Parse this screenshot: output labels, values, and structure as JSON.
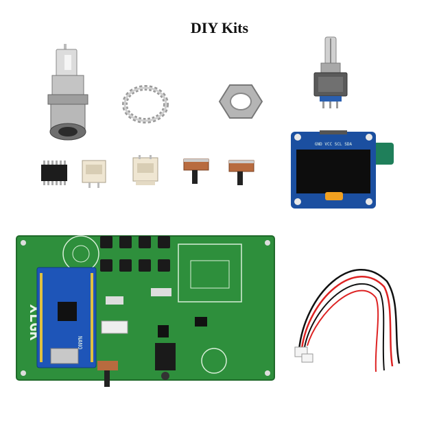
{
  "title": "DIY Kits",
  "silkscreen": {
    "brand": "XLGK",
    "module": "NANO",
    "oled_pins": "GND VCC SCL SDA"
  }
}
